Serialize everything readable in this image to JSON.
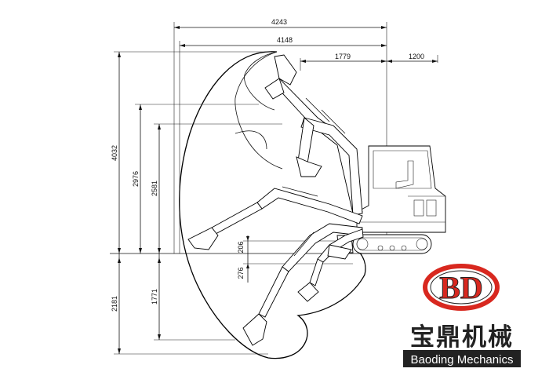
{
  "dimensions": {
    "overall_reach": "4243",
    "ground_reach": "4148",
    "tail_to_center": "1779",
    "rear_offset": "1200",
    "max_height": "4032",
    "dump_height_max": "2976",
    "dump_height": "2581",
    "blade_lift": "206",
    "blade_drop": "276",
    "dig_depth": "2181",
    "vertical_wall_depth": "1771"
  },
  "brand": {
    "initials": "BD",
    "name_cn": "宝鼎机械",
    "name_en": "Baoding Mechanics",
    "color_red": "#d8281f",
    "color_dark": "#222222"
  }
}
